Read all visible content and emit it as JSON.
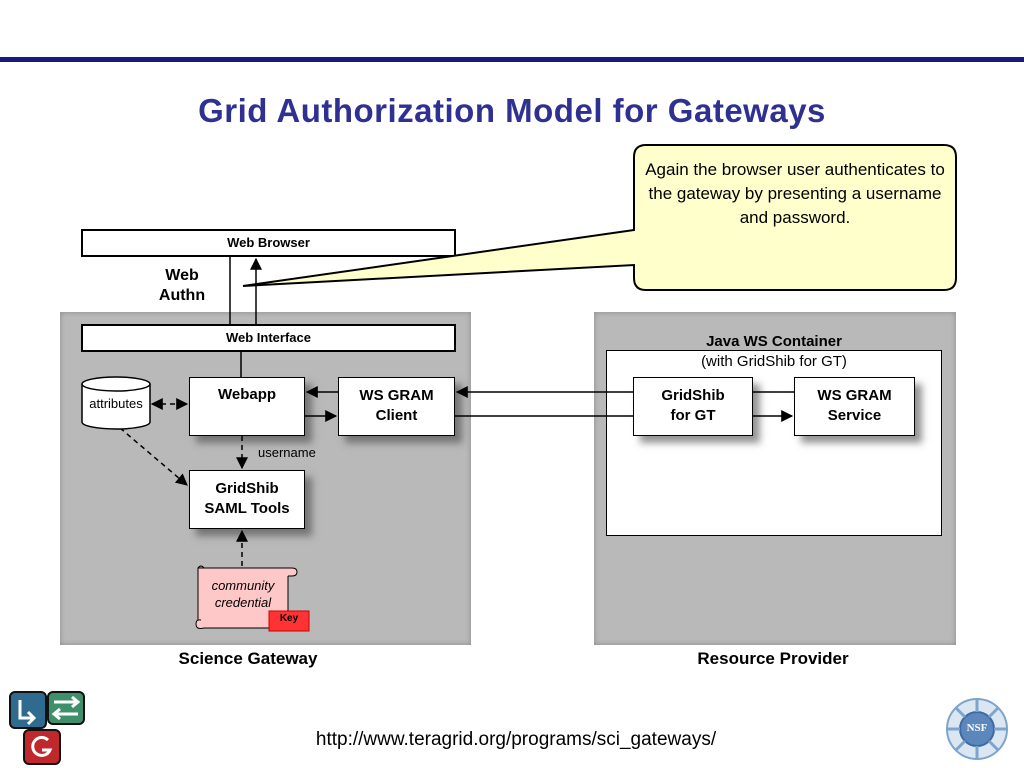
{
  "title": "Grid Authorization Model for Gateways",
  "callout": "Again the browser user authenticates to the gateway by presenting a username and password.",
  "web_browser": "Web Browser",
  "web_authn": [
    "Web",
    "Authn"
  ],
  "web_interface": "Web Interface",
  "attributes": "attributes",
  "webapp": "Webapp",
  "ws_gram_client": [
    "WS GRAM",
    "Client"
  ],
  "username": "username",
  "gridshib_saml": [
    "GridShib",
    "SAML Tools"
  ],
  "credential": [
    "community",
    "credential"
  ],
  "key": "Key",
  "science_gateway": "Science Gateway",
  "container_title": "Java WS Container",
  "container_sub": "(with GridShib for GT)",
  "gridshib_gt": [
    "GridShib",
    "for GT"
  ],
  "ws_gram_service": [
    "WS GRAM",
    "Service"
  ],
  "resource_provider": "Resource Provider",
  "url": "http://www.teragrid.org/programs/sci_gateways/",
  "nsf_logo_text": "NSF",
  "colors": {
    "title": "#2e3192",
    "callout_fill": "#ffffcc",
    "credential_fill": "#ffc8c8",
    "key_fill": "#ff3333",
    "panel": "#b9b9b9"
  }
}
